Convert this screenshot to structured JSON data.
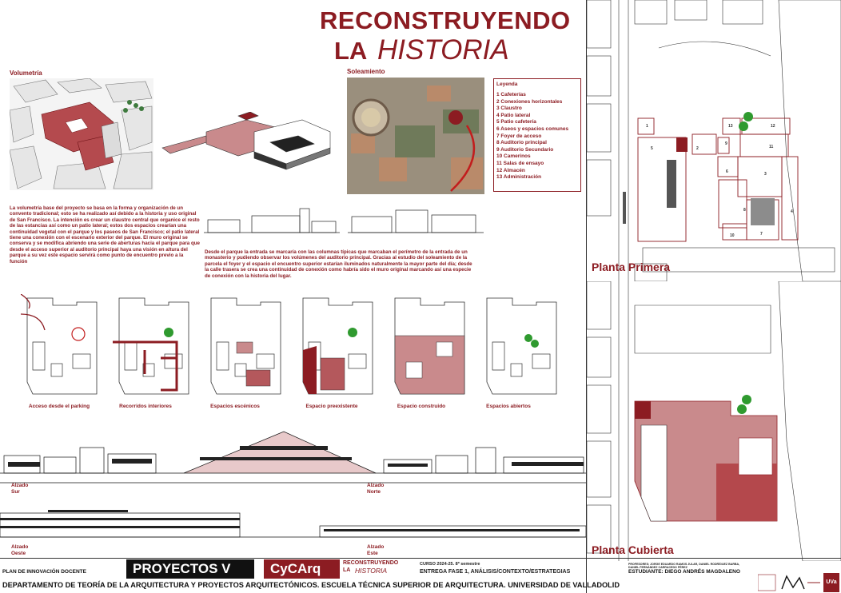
{
  "header": {
    "title_line1": "RECONSTRUYENDO",
    "title_line2a": "LA",
    "title_line2b": "HISTORIA"
  },
  "sections": {
    "volumetria": "Volumetría",
    "soleamiento": "Soleamiento"
  },
  "legend": {
    "title": "Leyenda",
    "items": [
      "1 Cafeterías",
      "2 Conexiones horizontales",
      "3 Claustro",
      "4 Patio lateral",
      "5 Patio cafetería",
      "6 Aseos y espacios comunes",
      "7 Foyer de acceso",
      "8 Auditorio principal",
      "9 Auditorio Secundario",
      "10 Camerinos",
      "11 Salas de ensayo",
      "12 Almacén",
      "13 Administración"
    ]
  },
  "text_left": "La volumetría base del proyecto se basa en la forma y organización de un convento tradicional; esto se ha realizado así debido a la historia y uso original de San Francisco. La intención es crear un claustro central que organice el resto de las estancias así como un patio lateral; estos dos espacios crearían una continuidad vegetal con el parque y los paseos de San Francisco; el patio lateral tiene una conexión con el escenario exterior del parque. El muro original se conserva y se modifica abriendo una serie de aberturas hacia el parque para que desde el acceso superior al auditorio principal haya una visión en altura del parque a su vez este espacio servirá como punto de encuentro previo a la función",
  "text_mid": "Desde el parque la entrada se marcaría con las columnas típicas que marcaban el perímetro de la entrada de un monasterio y pudiendo observar los volúmenes del auditorio principal. Gracias al estudio del soleamiento de la parcela el foyer y el espacio el encuentro superior estarían iluminados naturalmente la mayor parte del día; desde la calle trasera se crea una continuidad de conexión como habría sido el muro original marcando así una especie de conexión con la historia del lugar.",
  "diagrams": [
    "Acceso desde el parking",
    "Recorridos interiores",
    "Espacios escénicos",
    "Espacio preexistente",
    "Espacio construido",
    "Espacios abiertos"
  ],
  "elevations": {
    "sur": [
      "Alzado",
      "Sur"
    ],
    "norte": [
      "Alzado",
      "Norte"
    ],
    "oeste": [
      "Alzado",
      "Oeste"
    ],
    "este": [
      "Alzado",
      "Este"
    ]
  },
  "plans": {
    "primera": "Planta Primera",
    "cubierta": "Planta Cubierta"
  },
  "plan_numbers": [
    "1",
    "13",
    "12",
    "2",
    "9",
    "5",
    "11",
    "6",
    "3",
    "8",
    "4",
    "10",
    "7"
  ],
  "footer": {
    "plan_innovacion": "PLAN DE INNOVACIÓN DOCENTE",
    "proyectos": "PROYECTOS V",
    "cycarq": "CyCArq",
    "mini_title1": "RECONSTRUYENDO",
    "mini_title2a": "LA",
    "mini_title2b": "HISTORIA",
    "curso": "CURSO 2024-25. 8º semestre",
    "entrega": "ENTREGA FASE 1, ANÁLISIS/CONTEXTO/ESTRATEGIAS",
    "profesores": "PROFESORES: JORGE EDUARDO RAMOS JULAR, DANIEL RODRÍGUEZ BARBA, DANIEL FERNÁNDEZ CARRACEDO PÉREZ",
    "estudiante": "ESTUDIANTE: DIEGO ANDRÉS MAGDALENO",
    "departamento": "DEPARTAMENTO DE TEORÍA DE LA ARQUITECTURA Y PROYECTOS ARQUITECTÓNICOS. ESCUELA TÉCNICA SUPERIOR DE ARQUITECTURA. UNIVERSIDAD DE VALLADOLID",
    "uva": "UVa"
  },
  "colors": {
    "accent": "#8c1c22",
    "fill": "#c98a8c",
    "green": "#2f9a2f"
  }
}
